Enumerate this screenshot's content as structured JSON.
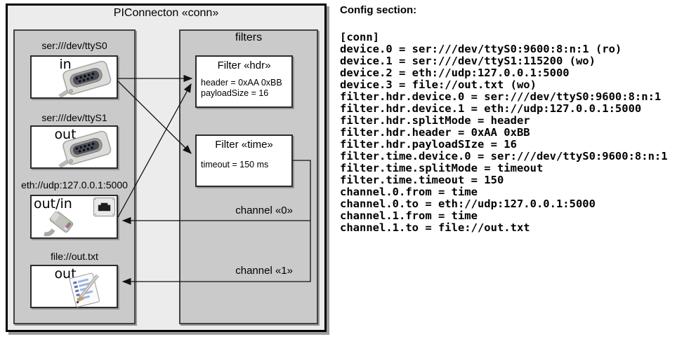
{
  "palette": {
    "frame_fill": "#ececec",
    "group_fill": "#cacaca",
    "node_fill": "#ffffff",
    "line_color": "#111111"
  },
  "diagram": {
    "title": "PIConnecton «conn»",
    "devices_group": {
      "devices": [
        {
          "label": "ser:///dev/ttyS0",
          "port": "in",
          "icon": "serial-db9-connector"
        },
        {
          "label": "ser:///dev/ttyS1",
          "port": "out",
          "icon": "serial-db9-connector"
        },
        {
          "label": "eth://udp:127.0.0.1:5000",
          "port": "out/in",
          "icon": "ethernet-socket-and-plug"
        },
        {
          "label": "file://out.txt",
          "port": "out",
          "icon": "notepad-and-pencil"
        }
      ]
    },
    "filters_group": {
      "label": "filters",
      "filters": [
        {
          "title": "Filter «hdr»",
          "props": [
            "header = 0xAA 0xBB",
            "payloadSize = 16"
          ]
        },
        {
          "title": "Filter «time»",
          "props": [
            "timeout = 150 ms"
          ]
        }
      ]
    },
    "channels": [
      {
        "label": "channel «0»"
      },
      {
        "label": "channel «1»"
      }
    ]
  },
  "config": {
    "heading": "Config section:",
    "lines": [
      "[conn]",
      "device.0 = ser:///dev/ttyS0:9600:8:n:1 (ro)",
      "device.1 = ser:///dev/ttyS1:115200 (wo)",
      "device.2 = eth://udp:127.0.0.1:5000",
      "device.3 = file://out.txt (wo)",
      "filter.hdr.device.0 = ser:///dev/ttyS0:9600:8:n:1",
      "filter.hdr.device.1 = eth://udp:127.0.0.1:5000",
      "filter.hdr.splitMode = header",
      "filter.hdr.header = 0xAA 0xBB",
      "filter.hdr.payloadSIze = 16",
      "filter.time.device.0 = ser:///dev/ttyS0:9600:8:n:1",
      "filter.time.splitMode = timeout",
      "filter.time.timeout = 150",
      "channel.0.from = time",
      "channel.0.to = eth://udp:127.0.0.1:5000",
      "channel.1.from = time",
      "channel.1.to = file://out.txt"
    ]
  }
}
